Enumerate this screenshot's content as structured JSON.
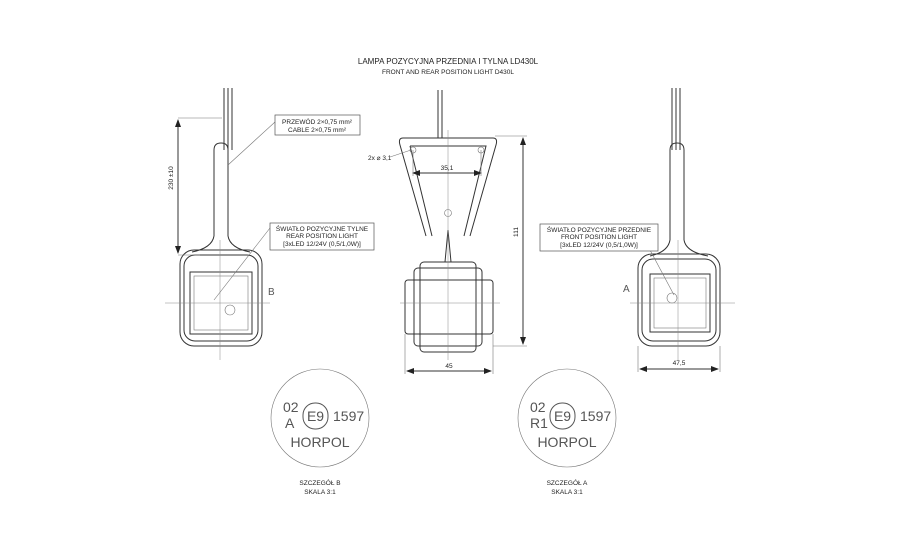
{
  "title": {
    "main": "LAMPA POZYCYJNA PRZEDNIA I TYLNA LD430L",
    "sub": "FRONT AND REAR POSITION LIGHT D430L"
  },
  "callouts": {
    "cable": [
      "PRZEWÓD 2×0,75 mm²",
      "CABLE 2×0,75 mm²"
    ],
    "rear": [
      "ŚWIATŁO POZYCYJNE TYLNE",
      "REAR POSITION LIGHT",
      "[3xLED 12/24V (0,5/1,0W)]"
    ],
    "front": [
      "ŚWIATŁO POZYCYJNE PRZEDNIE",
      "FRONT POSITION LIGHT",
      "[3xLED 12/24V (0,5/1,0W)]"
    ]
  },
  "dimensions": {
    "cable_length": "230 ±10",
    "hole_spacing": "35,1",
    "holes": "2x ⌀ 3,1",
    "height": "111",
    "width_mid": "45",
    "width_right": "47,5"
  },
  "view_labels": {
    "b": "B",
    "a": "A"
  },
  "details": [
    {
      "line1_left": "02",
      "line2_left": "A",
      "mark": "E9",
      "number": "1597",
      "brand": "HORPOL",
      "caption": "SZCZEGÓŁ B",
      "scale": "SKALA 3:1"
    },
    {
      "line1_left": "02",
      "line2_left": "R1",
      "mark": "E9",
      "number": "1597",
      "brand": "HORPOL",
      "caption": "SZCZEGÓŁ A",
      "scale": "SKALA 3:1"
    }
  ]
}
